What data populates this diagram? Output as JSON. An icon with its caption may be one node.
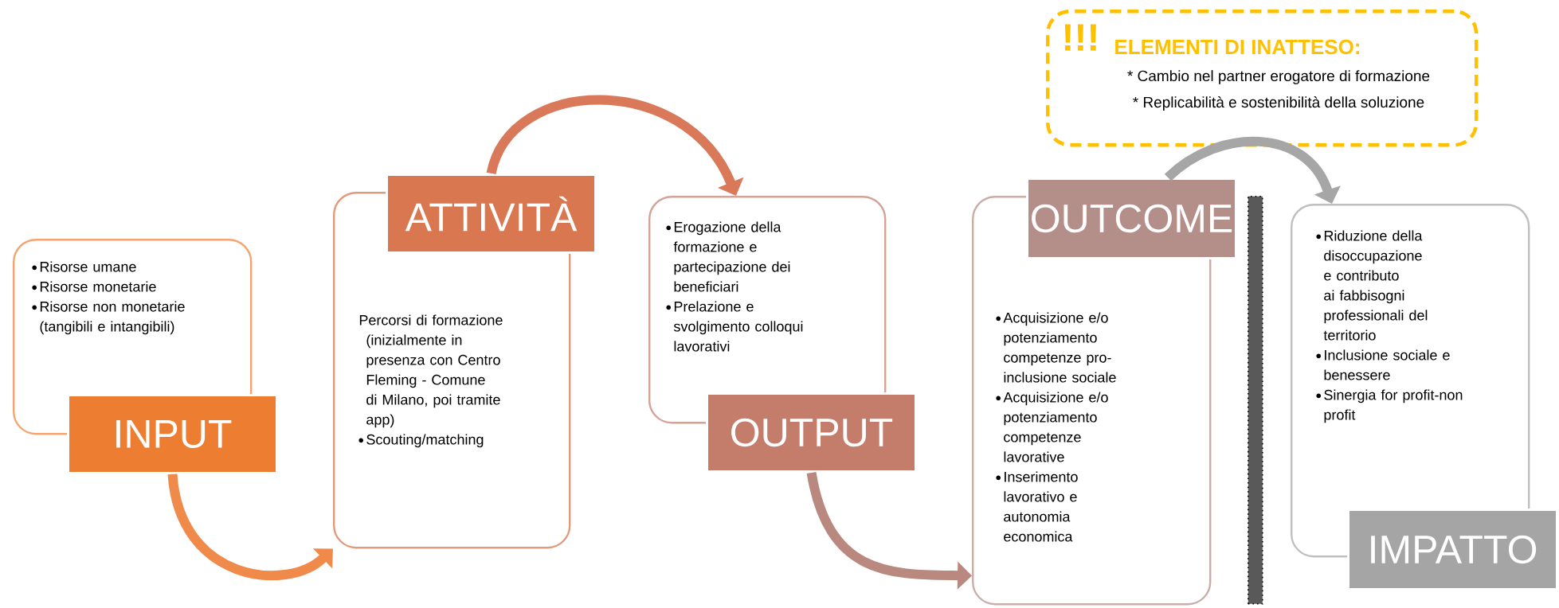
{
  "diagram": {
    "nodes": [
      {
        "text": [
          "Risorse umane",
          "Risorse monetarie",
          "Risorse non monetarie (tangibili e intangibili)"
        ]
      },
      {
        "text": [
          "INPUT"
        ]
      },
      {
        "text": [
          "Percorsi di formazione (inizialmente in presenza con Centro Fleming - Comune di Milano, poi tramite app)",
          "Scouting/matching"
        ]
      },
      {
        "text": [
          "ATTIVITÀ"
        ]
      },
      {
        "text": [
          "Erogazione della formazione e partecipazione dei beneficiari",
          "Prelazione e svolgimento colloqui lavorativi"
        ]
      },
      {
        "text": [
          "OUTPUT"
        ]
      },
      {
        "text": [
          "Acquisizione e/o potenziamento competenze pro-inclusione sociale",
          "Acquisizione e/o potenziamento competenze lavorative",
          "Inserimento lavorativo e autonomia economica"
        ]
      },
      {
        "text": [
          "OUTCOME"
        ]
      },
      {
        "text": [
          "Riduzione della disoccupazione e contributo ai fabbisogni professionali del territorio",
          "Inclusione sociale e benessere",
          "Sinergia for profit-non profit"
        ]
      },
      {
        "text": [
          "IMPATTO"
        ]
      },
      {
        "text": [
          "!!!",
          "ELEMENTI DI INATTESO:",
          "* Cambio nel partner erogatore di formazione",
          "* Replicabilità e sostenibilità della soluzione"
        ]
      },
      {
        "text": [],
        "shape": "bar"
      }
    ],
    "edges": [
      {
        "from": 1,
        "to": 2,
        "arrow": "to",
        "color": "#f08a4b"
      },
      {
        "from": 3,
        "to": 4,
        "arrow": "to",
        "color": "#d9795a"
      },
      {
        "from": 5,
        "to": 6,
        "arrow": "to",
        "color": "#b9897f"
      },
      {
        "from": 7,
        "to": 8,
        "arrow": "to",
        "color": "#a6a6a6"
      }
    ]
  }
}
